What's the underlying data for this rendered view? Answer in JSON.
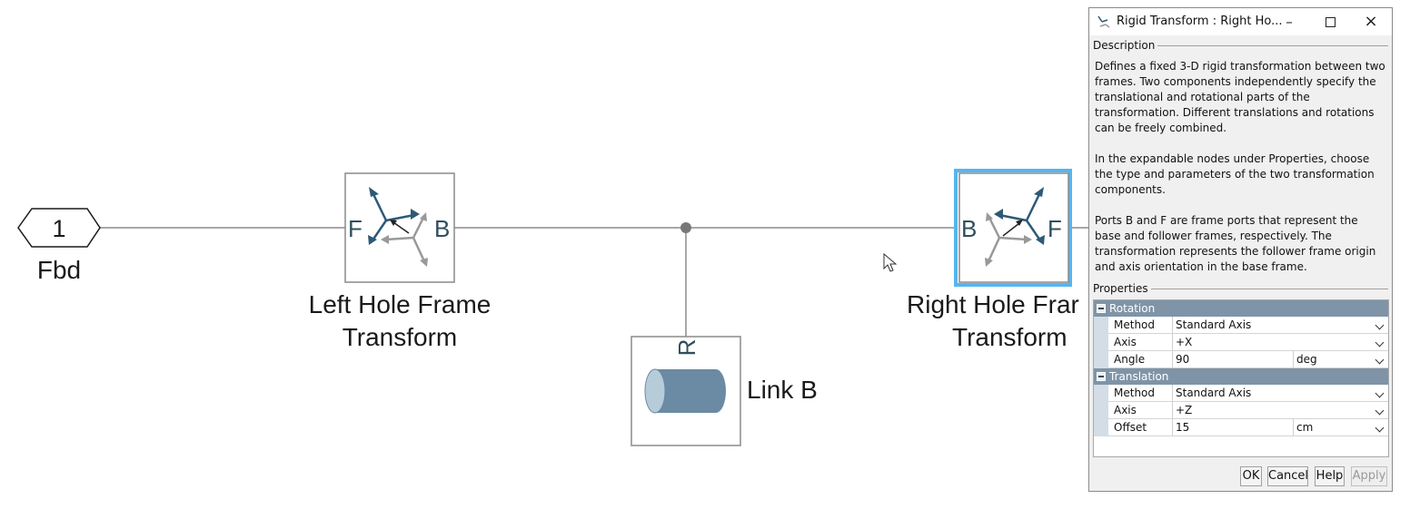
{
  "canvas": {
    "inport": {
      "number": "1",
      "label": "Fbd"
    },
    "left_block": {
      "port_left": "F",
      "port_right": "B",
      "label_line1": "Left Hole Frame",
      "label_line2": "Transform"
    },
    "solid_block": {
      "port_top": "R",
      "label": "Link B"
    },
    "right_block": {
      "port_left": "B",
      "port_right": "F",
      "label_line1": "Right Hole Frar",
      "label_line2": "Transform"
    }
  },
  "dialog": {
    "title": "Rigid Transform : Right Ho...",
    "description_group": "Description",
    "description_p1": "Defines a fixed 3-D rigid transformation between two frames. Two components independently specify the translational and rotational parts of the transformation. Different translations and rotations can be freely combined.",
    "description_p2": "In the expandable nodes under Properties, choose the type and parameters of the two transformation components.",
    "description_p3": "Ports B and F are frame ports that represent the base and follower frames, respectively. The transformation represents the follower frame origin and axis orientation in the base frame.",
    "properties_group": "Properties",
    "rotation": {
      "header": "Rotation",
      "method_label": "Method",
      "method_value": "Standard Axis",
      "axis_label": "Axis",
      "axis_value": "+X",
      "angle_label": "Angle",
      "angle_value": "90",
      "angle_unit": "deg"
    },
    "translation": {
      "header": "Translation",
      "method_label": "Method",
      "method_value": "Standard Axis",
      "axis_label": "Axis",
      "axis_value": "+Z",
      "offset_label": "Offset",
      "offset_value": "15",
      "offset_unit": "cm"
    },
    "buttons": {
      "ok": "OK",
      "cancel": "Cancel",
      "help": "Help",
      "apply": "Apply"
    }
  }
}
